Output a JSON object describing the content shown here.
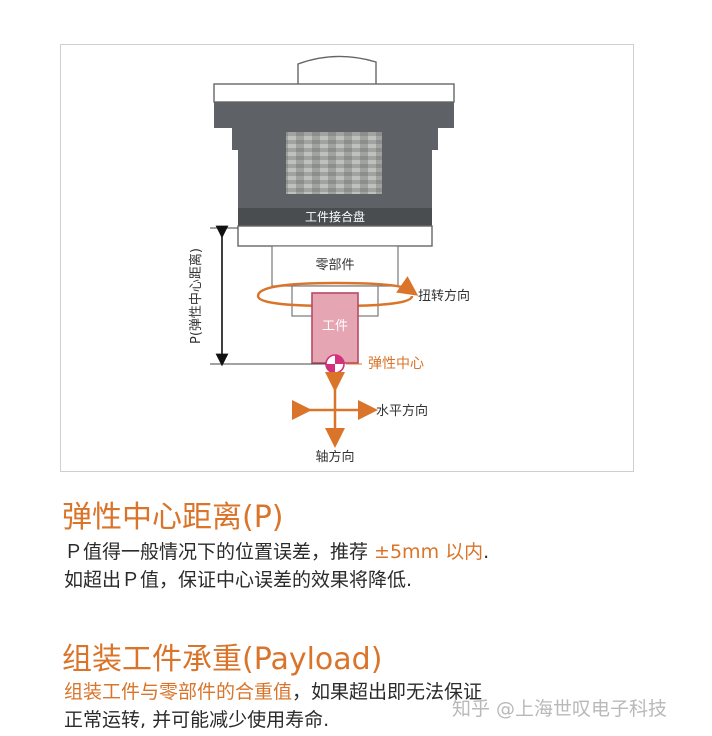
{
  "diagram": {
    "labels": {
      "mount_plate": "工件接合盘",
      "part": "零部件",
      "workpiece": "工件",
      "torsion": "扭转方向",
      "elastic_center": "弹性中心",
      "horizontal": "水平方向",
      "axial": "轴方向",
      "distance_p": "P(弹性中心距离)"
    },
    "colors": {
      "accent": "#d9742a",
      "workpiece_fill": "#e6a5b3",
      "workpiece_border": "#b84a62",
      "body_dark": "#5e6266",
      "center_mark": "#d2317b"
    }
  },
  "section1": {
    "title": "弹性中心距离(P)",
    "line1_prefix": "Ｐ值得一般情况下的位置误差，推荐 ",
    "line1_highlight": "±5mm 以内",
    "line1_suffix": ".",
    "line2": "如超出Ｐ值，保证中心误差的效果将降低."
  },
  "section2": {
    "title": "组装工件承重(Payload)",
    "line1_highlight": "组装工件与零部件的合重值",
    "line1_suffix": "，如果超出即无法保证",
    "line2": "正常运转, 并可能减少使用寿命."
  },
  "watermark": "知乎 @上海世叹电子科技"
}
